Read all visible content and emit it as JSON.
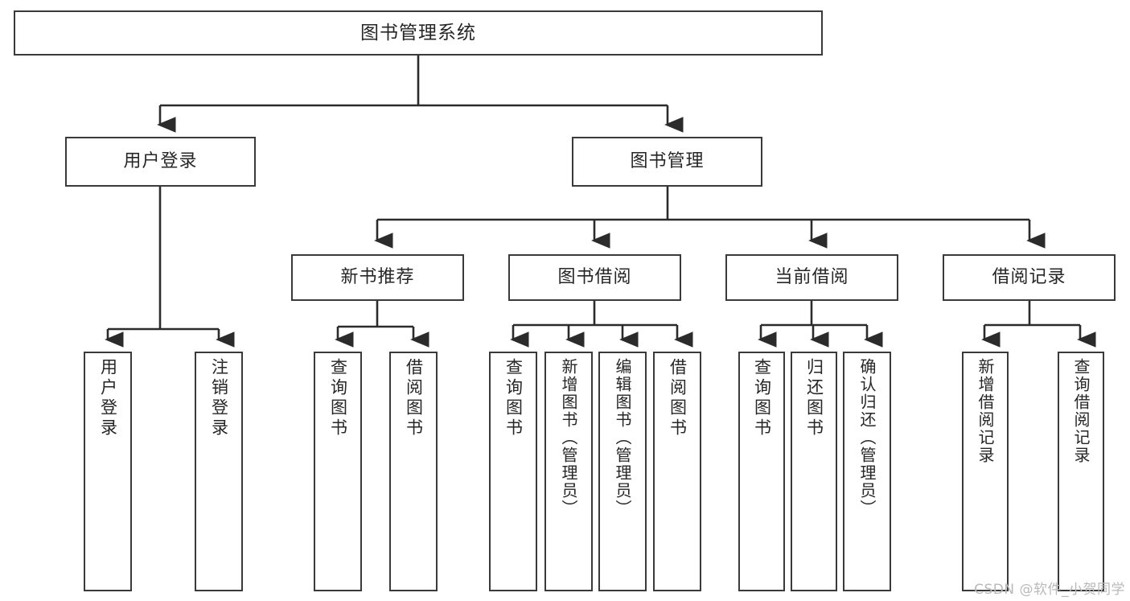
{
  "diagram": {
    "type": "tree-hierarchy",
    "title": "图书管理系统",
    "root": {
      "label": "图书管理系统"
    },
    "level2": [
      {
        "label": "用户登录"
      },
      {
        "label": "图书管理"
      }
    ],
    "level3": [
      {
        "label": "新书推荐"
      },
      {
        "label": "图书借阅"
      },
      {
        "label": "当前借阅"
      },
      {
        "label": "借阅记录"
      }
    ],
    "leaves": {
      "user_login": [
        {
          "label": "用户登录"
        },
        {
          "label": "注销登录"
        }
      ],
      "new_book": [
        {
          "label": "查询图书"
        },
        {
          "label": "借阅图书"
        }
      ],
      "book_borrow": [
        {
          "label": "查询图书"
        },
        {
          "label": "新增图书（管理员）"
        },
        {
          "label": "编辑图书（管理员）"
        },
        {
          "label": "借阅图书"
        }
      ],
      "current_borrow": [
        {
          "label": "查询图书"
        },
        {
          "label": "归还图书"
        },
        {
          "label": "确认归还（管理员）"
        }
      ],
      "borrow_record": [
        {
          "label": "新增借阅记录"
        },
        {
          "label": "查询借阅记录"
        }
      ]
    }
  },
  "watermark": {
    "text": "CSDN @软件_小贺同学"
  },
  "colors": {
    "box_border": "#3a3a3a",
    "box_fill": "#ffffff",
    "text": "#262626",
    "connector": "#2b2b2b",
    "watermark": "#b9b9b9"
  }
}
